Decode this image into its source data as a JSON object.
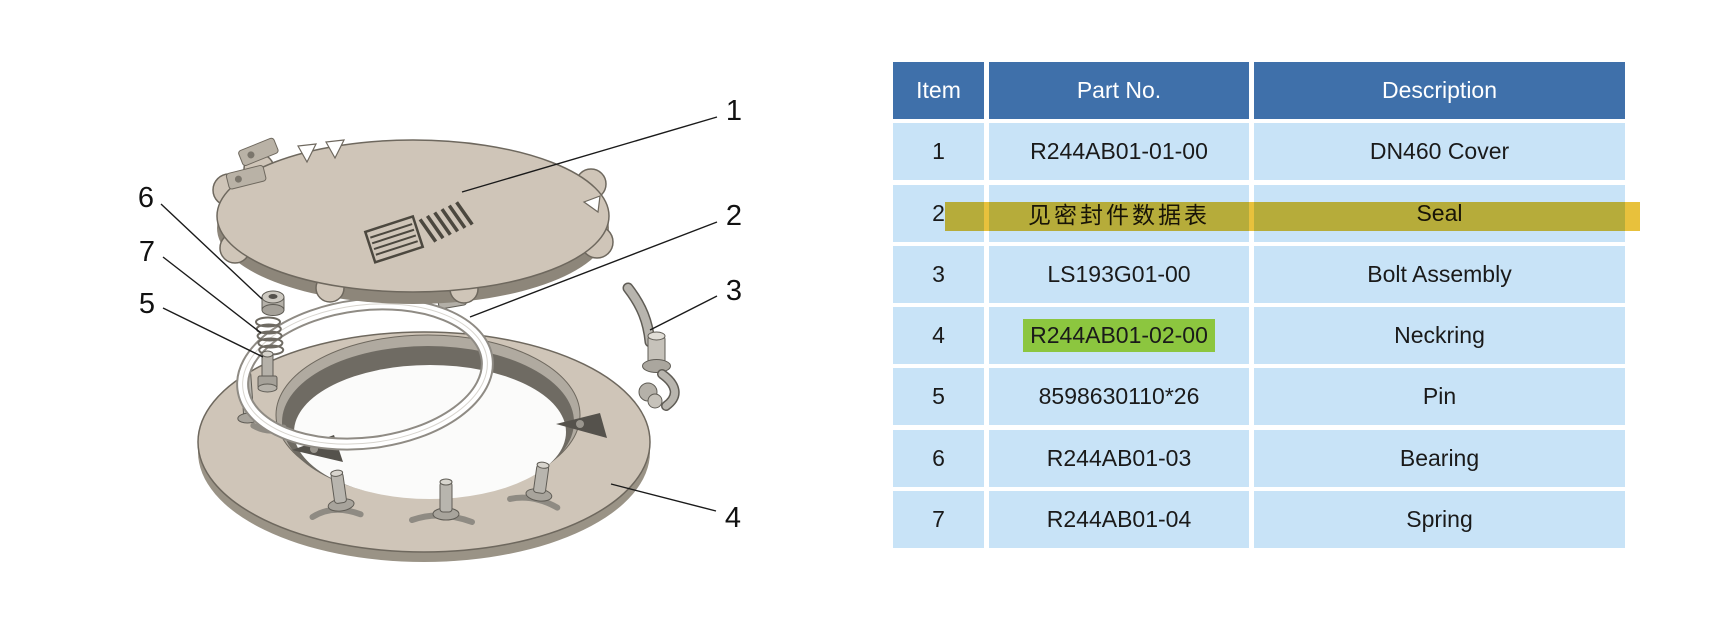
{
  "figure": {
    "type": "exploded-assembly-diagram-with-parts-table",
    "background": "#ffffff"
  },
  "diagram": {
    "description_semantic": "exploded view of DN460 manhole cover assembly",
    "callouts": [
      {
        "label": "1",
        "points_to": "cover"
      },
      {
        "label": "2",
        "points_to": "seal-ring"
      },
      {
        "label": "3",
        "points_to": "bolt-assembly"
      },
      {
        "label": "4",
        "points_to": "neckring"
      },
      {
        "label": "5",
        "points_to": "pin"
      },
      {
        "label": "6",
        "points_to": "bearing"
      },
      {
        "label": "7",
        "points_to": "spring"
      }
    ],
    "colors": {
      "body_tan": "#cfc5b8",
      "shadow_tan": "#8d867a",
      "metal_gray": "#b5b1a9",
      "dark_line": "#5f5c55"
    }
  },
  "table": {
    "headers": [
      "Item",
      "Part No.",
      "Description"
    ],
    "rows": [
      {
        "item": "1",
        "part": "R244AB01-01-00",
        "desc": "DN460 Cover"
      },
      {
        "item": "2",
        "part": "见密封件数据表",
        "desc": "Seal"
      },
      {
        "item": "3",
        "part": "LS193G01-00",
        "desc": "Bolt Assembly"
      },
      {
        "item": "4",
        "part": "R244AB01-02-00",
        "desc": "Neckring"
      },
      {
        "item": "5",
        "part": "8598630110*26",
        "desc": "Pin"
      },
      {
        "item": "6",
        "part": "R244AB01-03",
        "desc": "Bearing"
      },
      {
        "item": "7",
        "part": "R244AB01-04",
        "desc": "Spring"
      }
    ],
    "highlights": {
      "row2_marker_color": "#e8c13c",
      "row2_marker_style": "yellow highlighter band across row",
      "row4_part_highlight_color": "#8cc63f"
    },
    "colors": {
      "header_bg": "#3f70aa",
      "header_text": "#ffffff",
      "row_bg": "#c8e3f7",
      "row_text": "#1a1a1a"
    }
  }
}
